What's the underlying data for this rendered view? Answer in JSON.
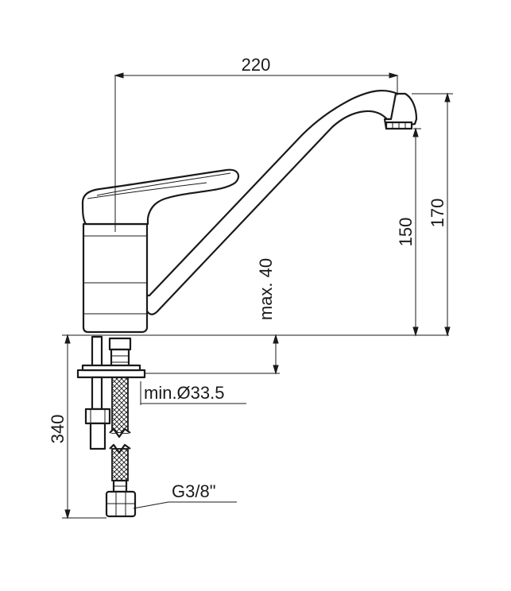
{
  "dimensions": {
    "width_220": "220",
    "height_170": "170",
    "height_150": "150",
    "max_40": "max. 40",
    "min_hole": "min.Ø33.5",
    "hose_340": "340",
    "thread": "G3/8\""
  }
}
